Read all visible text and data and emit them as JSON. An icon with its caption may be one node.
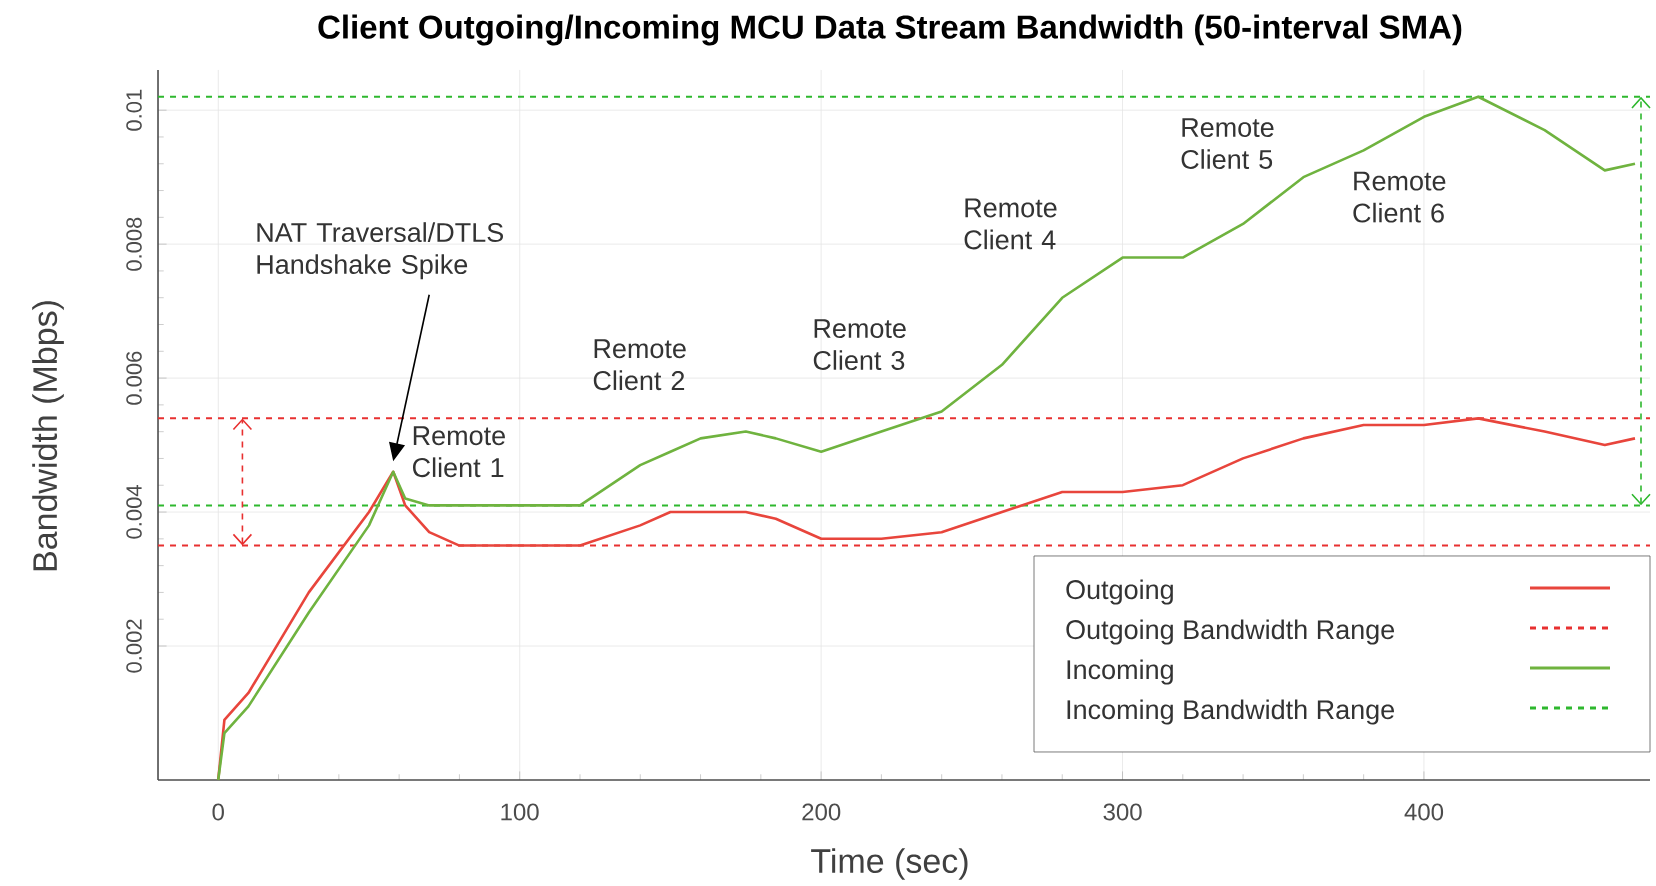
{
  "diagram": {
    "chart_data": {
      "type": "line",
      "title": "Client Outgoing/Incoming MCU Data Stream Bandwidth (50-interval SMA)",
      "xlabel": "Time (sec)",
      "ylabel": "Bandwidth (Mbps)",
      "x": [
        0,
        2,
        10,
        30,
        50,
        58,
        62,
        70,
        80,
        100,
        120,
        140,
        150,
        160,
        175,
        185,
        200,
        220,
        240,
        260,
        280,
        300,
        320,
        340,
        360,
        380,
        400,
        418,
        440,
        460,
        470
      ],
      "series": [
        {
          "color": "#e8453c",
          "values": [
            0,
            0.0009,
            0.0013,
            0.0028,
            0.004,
            0.0046,
            0.0041,
            0.0037,
            0.0035,
            0.0035,
            0.0035,
            0.0038,
            0.004,
            0.004,
            0.004,
            0.0039,
            0.0036,
            0.0036,
            0.0037,
            0.004,
            0.0043,
            0.0043,
            0.0044,
            0.0048,
            0.0051,
            0.0053,
            0.0053,
            0.0054,
            0.0052,
            0.005,
            0.0051
          ]
        },
        {
          "color": "#6fb33f",
          "values": [
            0,
            0.0007,
            0.0011,
            0.0025,
            0.0038,
            0.0046,
            0.0042,
            0.0041,
            0.0041,
            0.0041,
            0.0041,
            0.0047,
            0.0049,
            0.0051,
            0.0052,
            0.0051,
            0.0049,
            0.0052,
            0.0055,
            0.0062,
            0.0072,
            0.0078,
            0.0078,
            0.0083,
            0.009,
            0.0094,
            0.0099,
            0.0102,
            0.0097,
            0.0091,
            0.0092
          ]
        }
      ],
      "xlim": [
        -20,
        475
      ],
      "ylim": [
        0,
        0.0106
      ],
      "xticks": [
        {
          "value": 0,
          "label": "0"
        },
        {
          "value": 100,
          "label": "100"
        },
        {
          "value": 200,
          "label": "200"
        },
        {
          "value": 300,
          "label": "300"
        },
        {
          "value": 400,
          "label": "400"
        }
      ],
      "yticks": [
        {
          "value": 0.002,
          "label": "0.002"
        },
        {
          "value": 0.004,
          "label": "0.004"
        },
        {
          "value": 0.006,
          "label": "0.006"
        },
        {
          "value": 0.008,
          "label": "0.008"
        },
        {
          "value": 0.01,
          "label": "0.01"
        }
      ],
      "ref_lines": [
        {
          "axis": "y",
          "value": 0.0035,
          "color": "#e83030"
        },
        {
          "axis": "y",
          "value": 0.0054,
          "color": "#e83030"
        },
        {
          "axis": "y",
          "value": 0.0041,
          "color": "#2eb82e"
        },
        {
          "axis": "y",
          "value": 0.0102,
          "color": "#2eb82e"
        }
      ],
      "annotations": [
        "NAT Traversal/DTLS Handshake Spike",
        "Remote Client 1",
        "Remote Client 2",
        "Remote Client 3",
        "Remote Client 4",
        "Remote Client 5",
        "Remote Client 6"
      ]
    },
    "legend": [
      {
        "text": "Outgoing"
      },
      {
        "text": "Outgoing Bandwidth Range"
      },
      {
        "text": "Incoming"
      },
      {
        "text": "Incoming Bandwidth Range"
      }
    ]
  }
}
